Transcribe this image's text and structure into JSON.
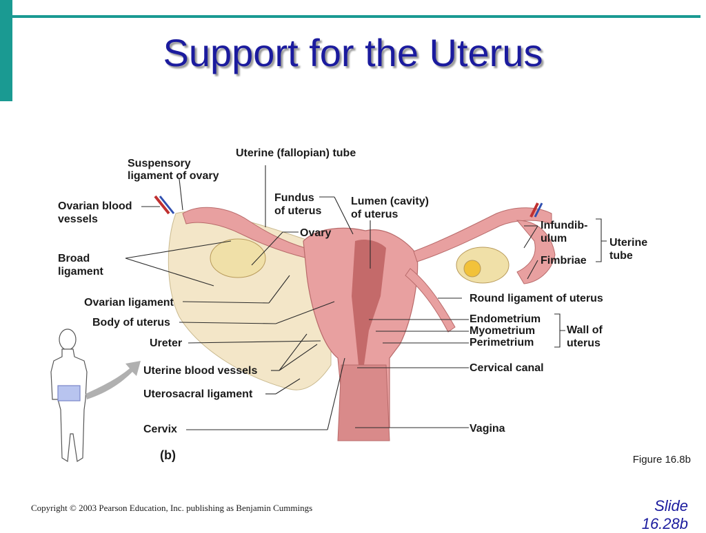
{
  "title": "Support for the Uterus",
  "labels": {
    "suspensory_1": "Suspensory",
    "suspensory_2": "ligament of ovary",
    "uterine_tube": "Uterine (fallopian) tube",
    "ovarian_vessels_1": "Ovarian blood",
    "ovarian_vessels_2": "vessels",
    "fundus_1": "Fundus",
    "fundus_2": "of uterus",
    "lumen_1": "Lumen (cavity)",
    "lumen_2": "of uterus",
    "ovary": "Ovary",
    "broad_1": "Broad",
    "broad_2": "ligament",
    "ovarian_ligament": "Ovarian ligament",
    "body_of_uterus": "Body of uterus",
    "ureter": "Ureter",
    "uterine_vessels": "Uterine blood vessels",
    "uterosacral": "Uterosacral ligament",
    "cervix": "Cervix",
    "infundibulum_1": "Infundib-",
    "infundibulum_2": "ulum",
    "fimbriae": "Fimbriae",
    "uterine_tube_group_1": "Uterine",
    "uterine_tube_group_2": "tube",
    "round_ligament": "Round ligament of uterus",
    "endometrium": "Endometrium",
    "myometrium": "Myometrium",
    "perimetrium": "Perimetrium",
    "wall_1": "Wall of",
    "wall_2": "uterus",
    "cervical_canal": "Cervical canal",
    "vagina": "Vagina",
    "panel": "(b)"
  },
  "figure_number": "Figure 16.8b",
  "copyright": "Copyright © 2003 Pearson Education, Inc. publishing as Benjamin Cummings",
  "slide_1": "Slide",
  "slide_2": "16.28b",
  "colors": {
    "accent": "#1a9a92",
    "title": "#1b1b9e",
    "uterus": "#e8a0a0",
    "ligament": "#f3e6c8"
  }
}
